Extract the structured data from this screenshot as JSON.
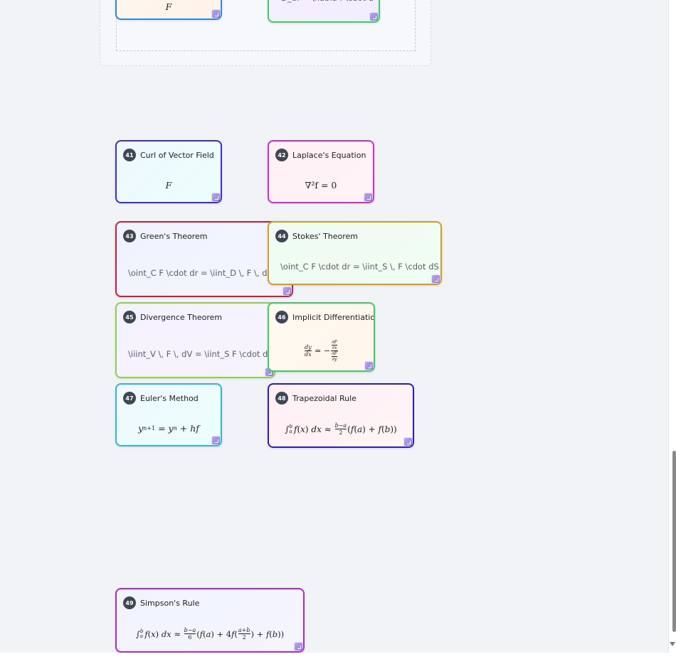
{
  "cards_top": {
    "partial_left": {
      "math": "F"
    },
    "partial_right": {
      "text": "D_uf = \\nabla f \\cdot u"
    }
  },
  "cards": [
    {
      "id": "41",
      "title": "Curl of Vector Field",
      "kind": "math",
      "content": "F"
    },
    {
      "id": "42",
      "title": "Laplace's Equation",
      "kind": "math",
      "content": "∇²f = 0"
    },
    {
      "id": "43",
      "title": "Green's Theorem",
      "kind": "raw",
      "content": "\\oint_C F \\cdot dr = \\iint_D \\, F \\, dx \\"
    },
    {
      "id": "44",
      "title": "Stokes' Theorem",
      "kind": "raw",
      "content": "\\oint_C F \\cdot dr = \\iint_S \\, F \\cdot dS"
    },
    {
      "id": "45",
      "title": "Divergence Theorem",
      "kind": "raw",
      "content": "\\iiint_V \\, F \\, dV = \\iint_S F \\cdot dS"
    },
    {
      "id": "46",
      "title": "Implicit Differentiation",
      "kind": "math",
      "content": "dy/dx = −(∂F/∂x)/(∂F/∂y)"
    },
    {
      "id": "47",
      "title": "Euler's Method",
      "kind": "math",
      "content": "y_{n+1} = y_n + hf"
    },
    {
      "id": "48",
      "title": "Trapezoidal Rule",
      "kind": "math",
      "content": "∫_a^b f(x) dx ≈ (b−a)/2 (f(a) + f(b))"
    },
    {
      "id": "49",
      "title": "Simpson's Rule",
      "kind": "math",
      "content": "∫_a^b f(x) dx ≈ (b−a)/6 (f(a) + 4f((a+b)/2) + f(b))"
    }
  ],
  "colors": {
    "c41": "#3d2fd1",
    "c42": "#d22fc8",
    "c43": "#c8203a",
    "c44": "#d89a22",
    "c45": "#8ad24a",
    "c46": "#3ccf5e",
    "c47": "#30b8d4",
    "c48": "#2a1fc4",
    "c49": "#b02acb"
  }
}
